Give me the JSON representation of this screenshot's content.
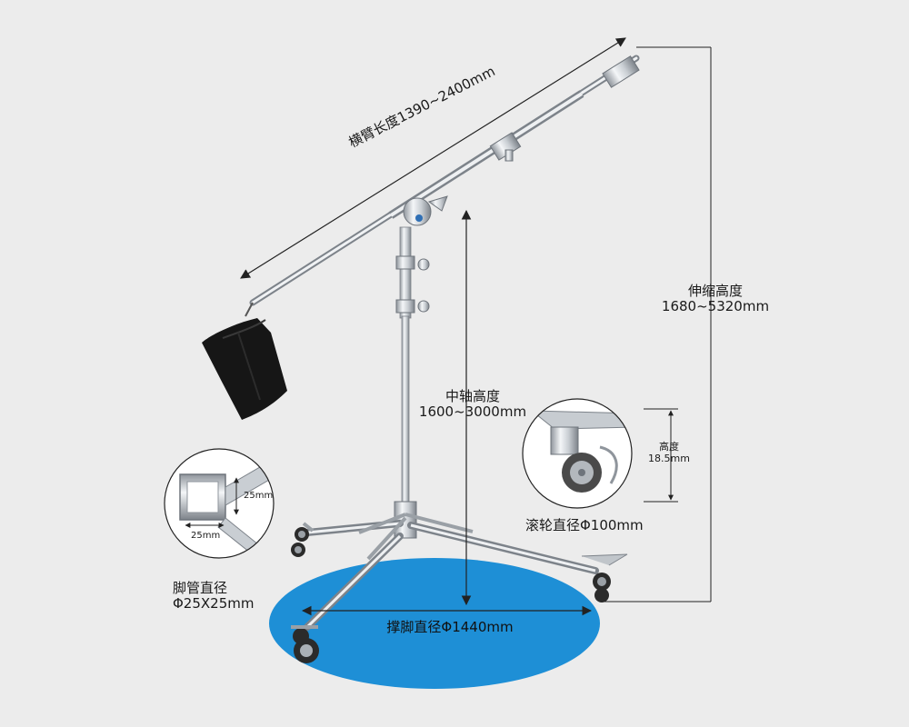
{
  "labels": {
    "boom_length": "横臂长度1390~2400mm",
    "extended_height_title": "伸缩高度",
    "extended_height_value": "1680~5320mm",
    "center_height_title": "中轴高度",
    "center_height_value": "1600~3000mm",
    "caster_height_title": "高度",
    "caster_height_value": "18.5mm",
    "caster_diameter": "滚轮直径Φ100mm",
    "leg_tube_title": "脚管直径",
    "leg_tube_value": "Φ25X25mm",
    "leg_inner_width": "25mm",
    "leg_inner_height": "25mm",
    "leg_spread": "撑脚直径Φ1440mm"
  },
  "colors": {
    "background": "#ececec",
    "footprint": "#1e8fd6",
    "chrome": "#b8bdc3",
    "sandbag": "#1a1a1a",
    "dimension_line": "#222222"
  }
}
